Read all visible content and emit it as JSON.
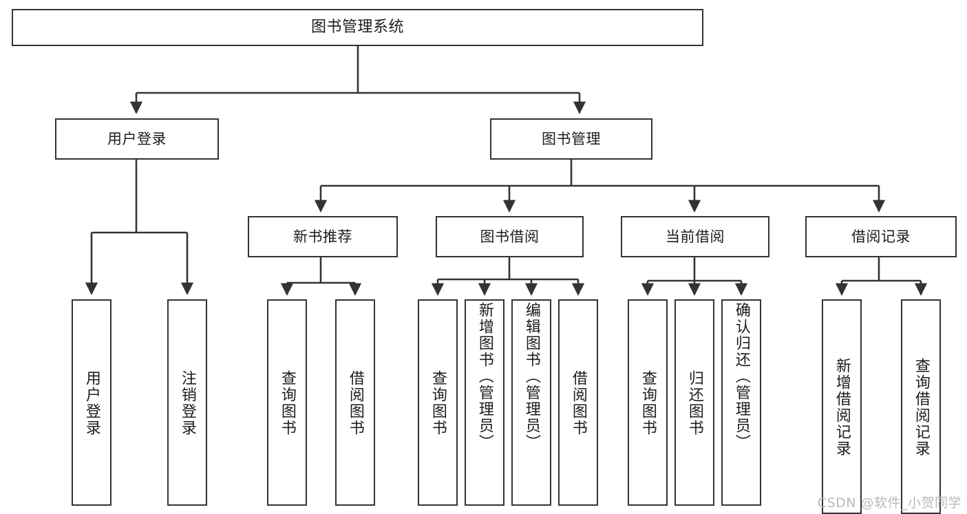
{
  "diagram": {
    "type": "tree",
    "title": "图书管理系统",
    "watermark": "CSDN @软件_小贺同学",
    "colors": {
      "stroke": "#333333",
      "fill": "#ffffff",
      "text": "#1c1c1c",
      "watermark": "#b9b9b9"
    },
    "root": {
      "label": "图书管理系统"
    },
    "level2": [
      {
        "label": "用户登录"
      },
      {
        "label": "图书管理"
      }
    ],
    "level3": [
      {
        "label": "新书推荐"
      },
      {
        "label": "图书借阅"
      },
      {
        "label": "当前借阅"
      },
      {
        "label": "借阅记录"
      }
    ],
    "leaves": {
      "user_login": [
        {
          "label": "用户登录"
        },
        {
          "label": "注销登录"
        }
      ],
      "new_book": [
        {
          "label": "查询图书"
        },
        {
          "label": "借阅图书"
        }
      ],
      "book_borrow": [
        {
          "label": "查询图书"
        },
        {
          "label": "新增图书（管理员）"
        },
        {
          "label": "编辑图书（管理员）"
        },
        {
          "label": "借阅图书"
        }
      ],
      "current_borrow": [
        {
          "label": "查询图书"
        },
        {
          "label": "归还图书"
        },
        {
          "label": "确认归还（管理员）"
        }
      ],
      "borrow_record": [
        {
          "label": "新增借阅记录"
        },
        {
          "label": "查询借阅记录"
        }
      ]
    }
  }
}
